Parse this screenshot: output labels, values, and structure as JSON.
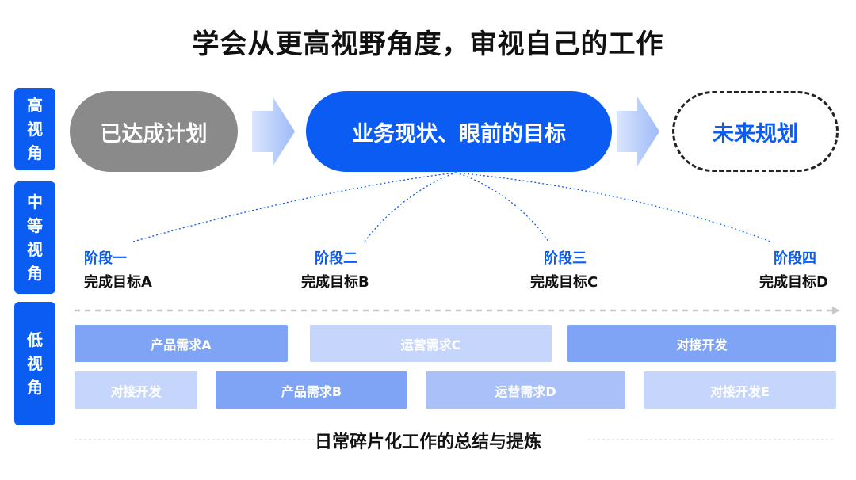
{
  "title": "学会从更高视野角度，审视自己的工作",
  "levels": {
    "high": [
      "高",
      "视",
      "角"
    ],
    "mid": [
      "中",
      "等",
      "视",
      "角"
    ],
    "low": [
      "低",
      "视",
      "角"
    ]
  },
  "top_row": {
    "done": "已达成计划",
    "current": "业务现状、眼前的目标",
    "future": "未来规划"
  },
  "stages": [
    {
      "name": "阶段一",
      "goal": "完成目标A"
    },
    {
      "name": "阶段二",
      "goal": "完成目标B"
    },
    {
      "name": "阶段三",
      "goal": "完成目标C"
    },
    {
      "name": "阶段四",
      "goal": "完成目标D"
    }
  ],
  "tasks_row1": [
    "产品需求A",
    "运营需求C",
    "对接开发"
  ],
  "tasks_row2": [
    "对接开发",
    "产品需求B",
    "运营需求D",
    "对接开发E"
  ],
  "footer": "日常碎片化工作的总结与提炼",
  "colors": {
    "primary": "#0a5cf2",
    "gray_pill": "#8a8a8a",
    "task_dark": "#7fa4f6",
    "task_mid": "#a9c1f8",
    "task_light": "#c5d5fb"
  }
}
